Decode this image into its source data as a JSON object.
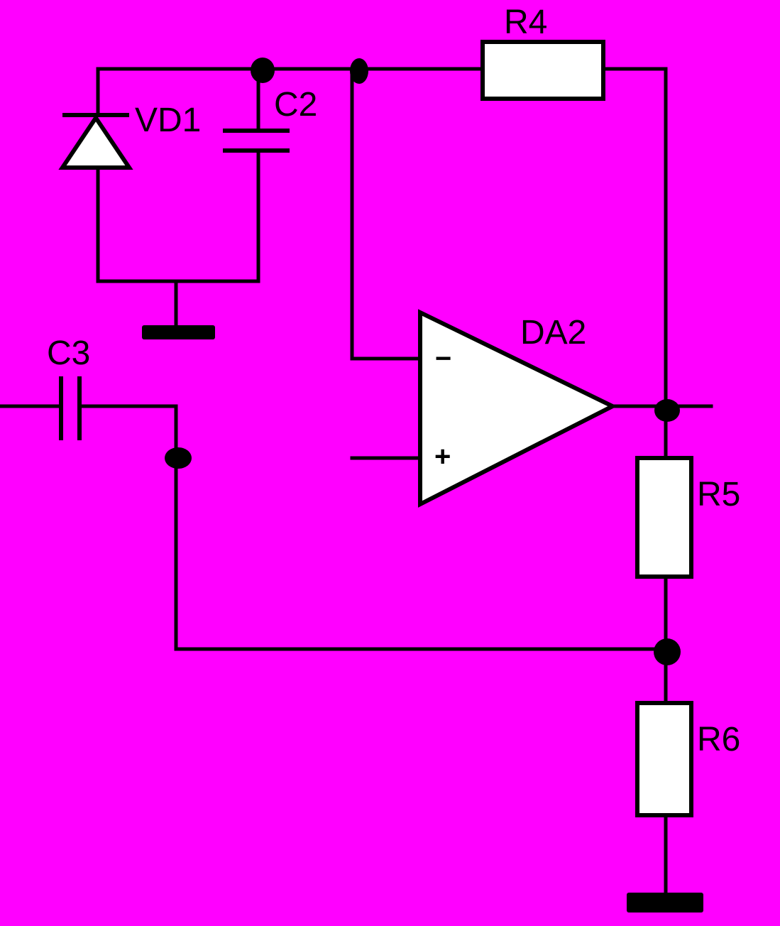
{
  "colors": {
    "background": "#ff00ff",
    "line": "#000000",
    "component_fill": "#ffffff"
  },
  "labels": {
    "diode": "VD1",
    "cap_c2": "C2",
    "cap_c3": "C3",
    "res_r4": "R4",
    "res_r5": "R5",
    "res_r6": "R6",
    "opamp": "DA2",
    "minus": "−",
    "plus": "+"
  }
}
